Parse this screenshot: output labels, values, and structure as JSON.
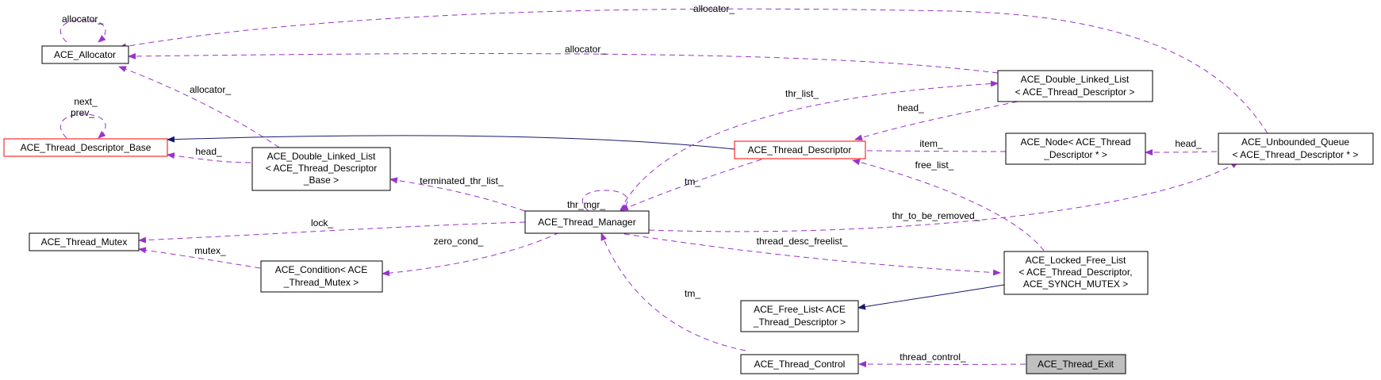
{
  "colors": {
    "usage_edge": "#9a32cd",
    "inherit_edge": "#191970",
    "highlight_border": "#ff0000",
    "current_fill": "#bfbfbf"
  },
  "nodes": {
    "ace_allocator": [
      "ACE_Allocator"
    ],
    "thread_descriptor_base": [
      "ACE_Thread_Descriptor_Base"
    ],
    "thread_mutex": [
      "ACE_Thread_Mutex"
    ],
    "dll_descriptor_base": [
      "ACE_Double_Linked_List",
      "< ACE_Thread_Descriptor",
      "_Base >"
    ],
    "condition": [
      "ACE_Condition< ACE",
      "_Thread_Mutex >"
    ],
    "thread_manager": [
      "ACE_Thread_Manager"
    ],
    "thread_descriptor": [
      "ACE_Thread_Descriptor"
    ],
    "dll_descriptor": [
      "ACE_Double_Linked_List",
      "< ACE_Thread_Descriptor >"
    ],
    "node_descriptor": [
      "ACE_Node< ACE_Thread",
      "_Descriptor * >"
    ],
    "unbounded_queue": [
      "ACE_Unbounded_Queue",
      "< ACE_Thread_Descriptor * >"
    ],
    "free_list": [
      "ACE_Free_List< ACE",
      "_Thread_Descriptor >"
    ],
    "locked_free_list": [
      "ACE_Locked_Free_List",
      "< ACE_Thread_Descriptor,",
      " ACE_SYNCH_MUTEX >"
    ],
    "thread_control": [
      "ACE_Thread_Control"
    ],
    "thread_exit": [
      "ACE_Thread_Exit"
    ]
  },
  "edge_labels": {
    "allocator_self": "allocator_",
    "allocator_queue": "allocator_",
    "allocator_dll": "allocator_",
    "allocator_dll_base": "allocator_",
    "next_prev": [
      "next_",
      "prev_"
    ],
    "head_base": "head_",
    "head_descriptor": "head_",
    "thr_list": "thr_list_",
    "item": "item_",
    "head_queue": "head_",
    "free_list": "free_list_",
    "terminated_thr_list": "terminated_thr_list_",
    "thr_mgr": "thr_mgr_",
    "tm_descriptor": "tm_",
    "lock": "lock_",
    "thr_to_be_removed": "thr_to_be_removed_",
    "mutex": "mutex_",
    "zero_cond": "zero_cond_",
    "thread_desc_freelist": "thread_desc_freelist_",
    "tm_control": "tm_",
    "thread_control": "thread_control_"
  }
}
